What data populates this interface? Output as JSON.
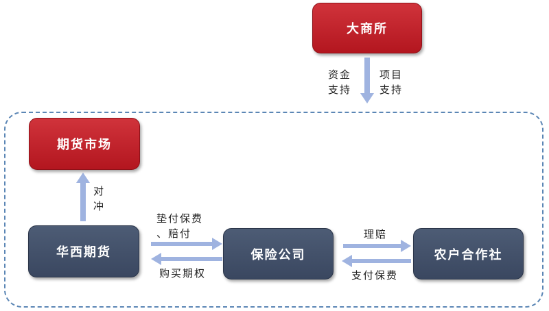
{
  "nodes": {
    "dalian": "大商所",
    "futures_market": "期货市场",
    "huaxi": "华西期货",
    "insurance": "保险公司",
    "coop": "农户合作社"
  },
  "labels": {
    "funding_line1": "资金",
    "funding_line2": "支持",
    "project_line1": "项目",
    "project_line2": "支持",
    "hedge_line1": "对",
    "hedge_line2": "冲",
    "advance_line1": "垫付保费",
    "advance_line2": "、赔付",
    "buy_options": "购买期权",
    "claims": "理赔",
    "pay_premium": "支付保费"
  },
  "colors": {
    "red_box": "#c0232b",
    "navy_box": "#3f4c65",
    "arrow": "#9fb3e0",
    "dashed_border": "#5b86b5"
  }
}
